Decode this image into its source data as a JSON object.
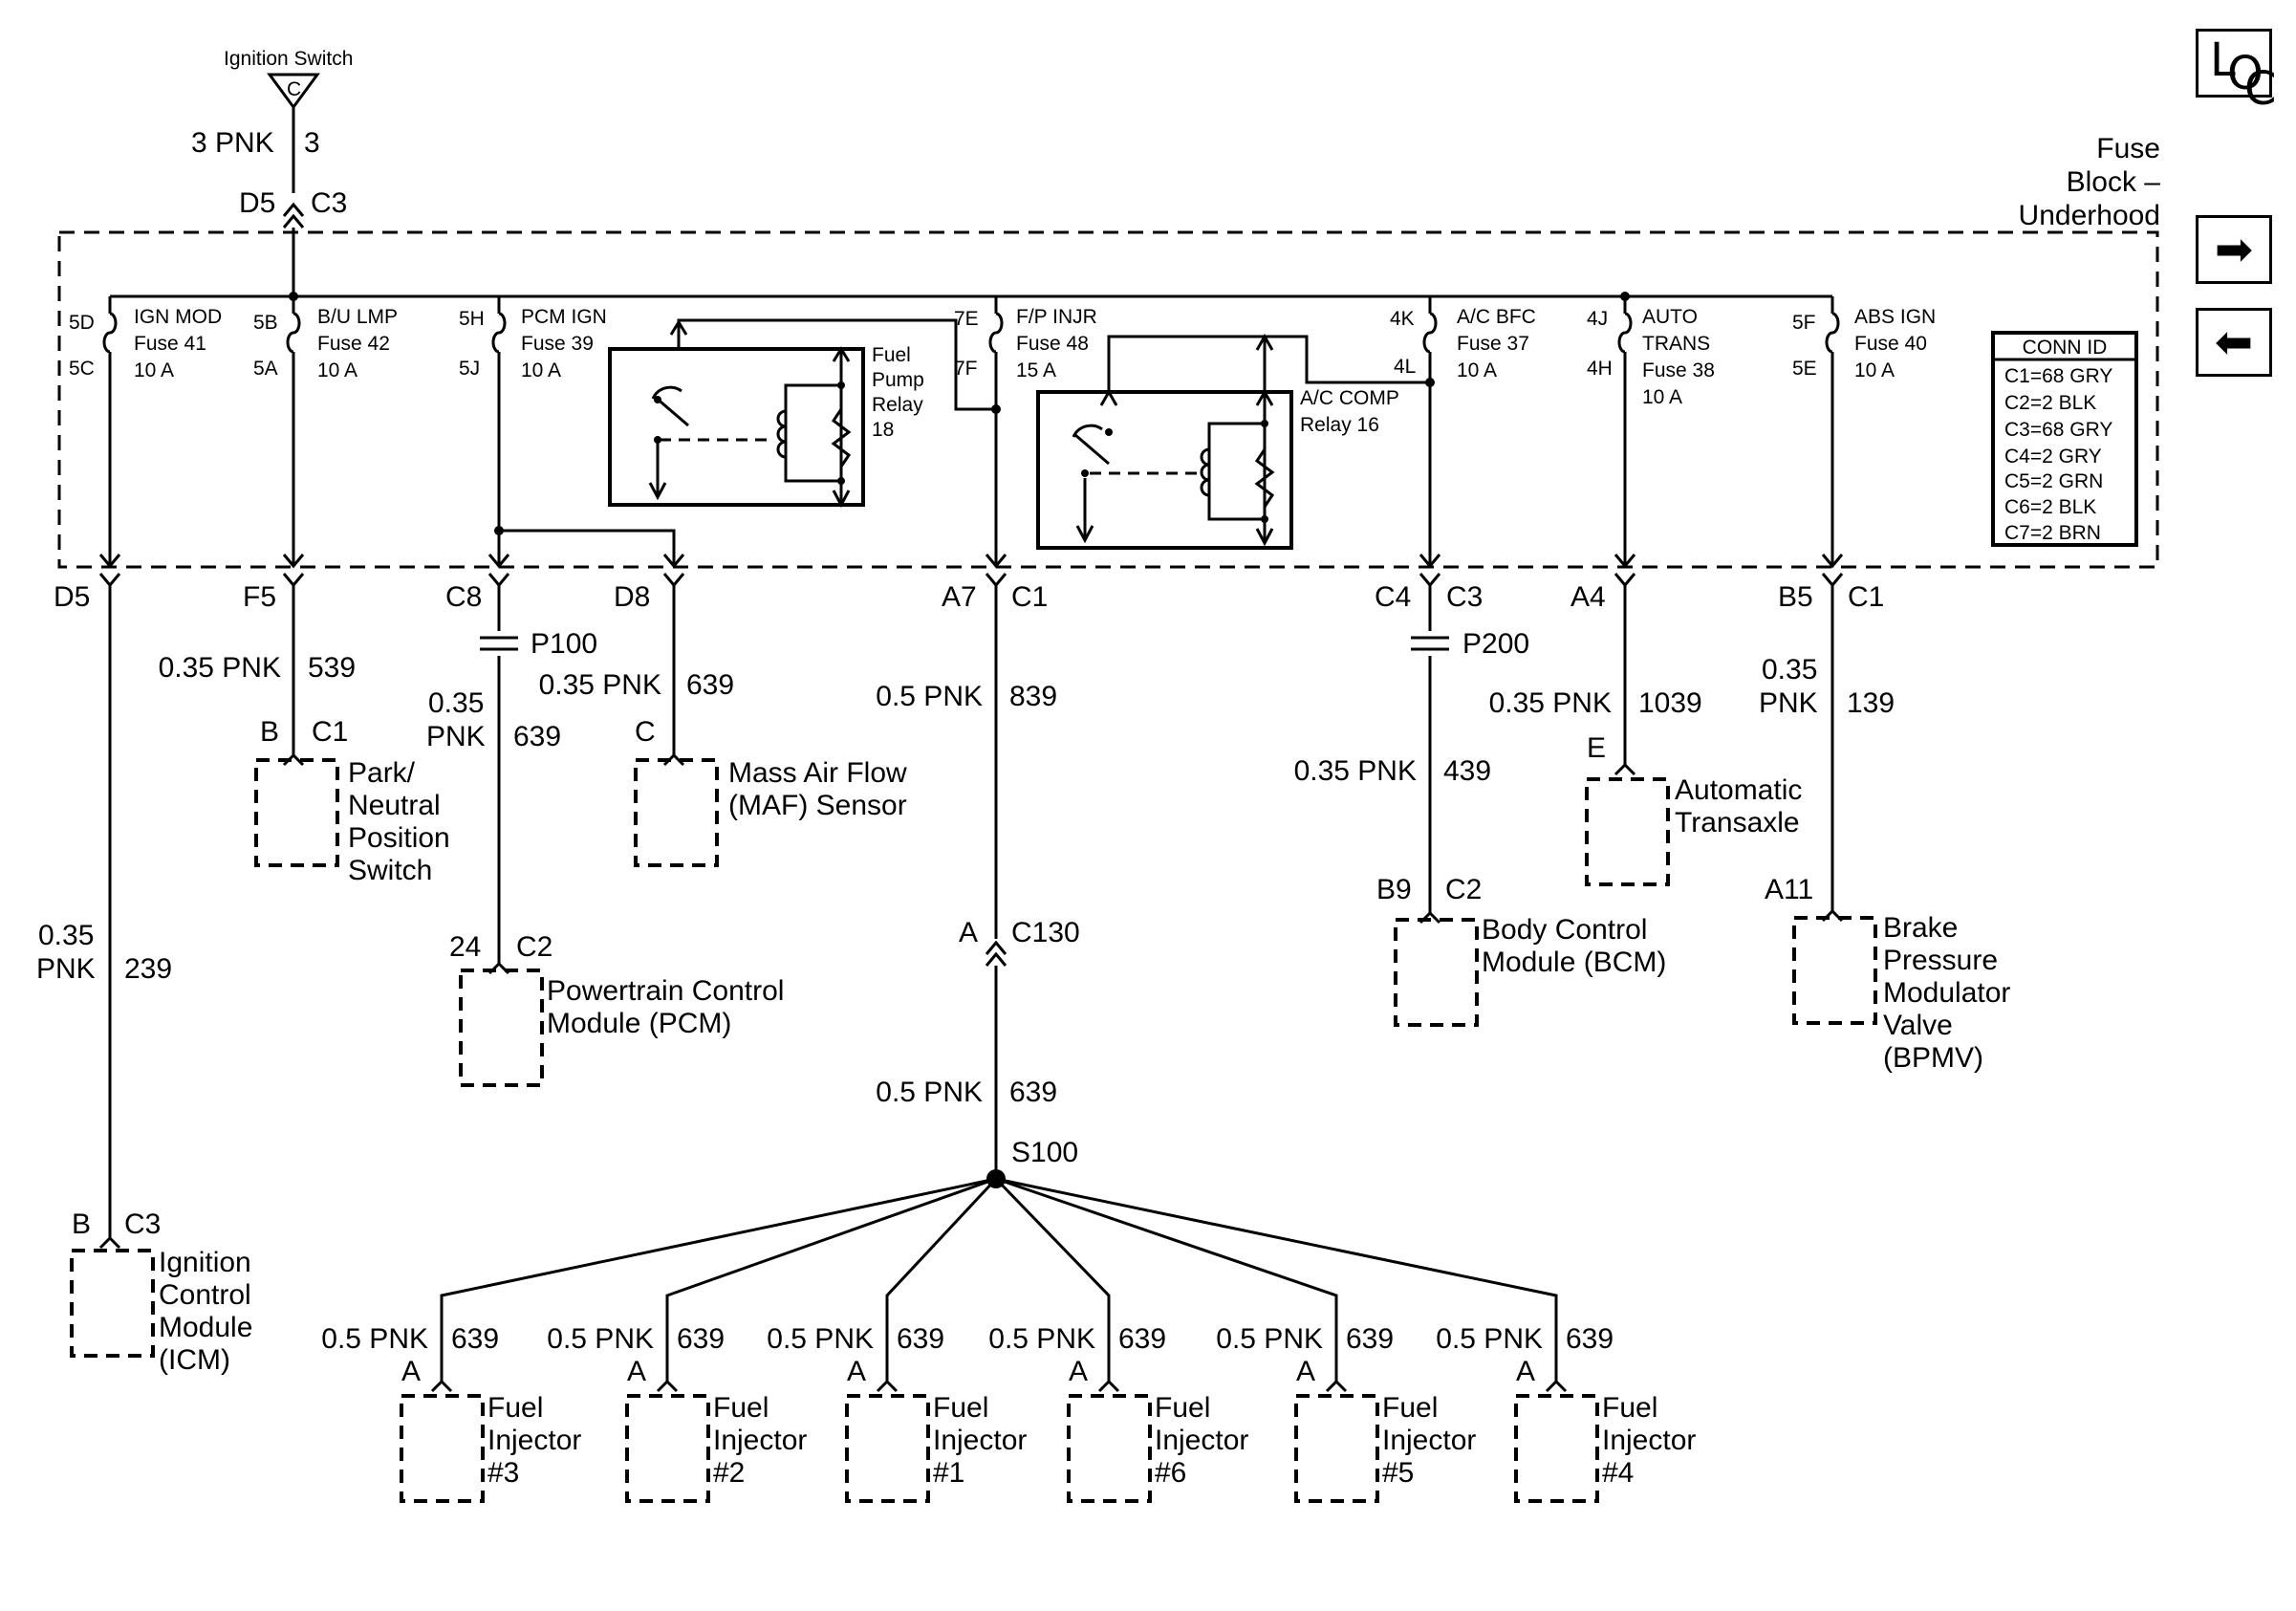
{
  "nav": {
    "loc_letters": [
      "L",
      "O",
      "C"
    ],
    "next_icon": "arrow-right-icon",
    "prev_icon": "arrow-left-icon"
  },
  "fuse_block": {
    "line1": "Fuse",
    "line2": "Block –",
    "line3": "Underhood"
  },
  "ignition": {
    "name": "Ignition Switch",
    "connector": "C",
    "wire": "3 PNK",
    "circuit": "3",
    "pin": "D5",
    "conn": "C3"
  },
  "fuses": [
    {
      "top": "5D",
      "bot": "5C",
      "name": "IGN MOD",
      "fuse": "Fuse 41",
      "amp": "10 A",
      "out_pin": "D5"
    },
    {
      "top": "5B",
      "bot": "5A",
      "name": "B/U LMP",
      "fuse": "Fuse 42",
      "amp": "10 A",
      "out_pin": "F5"
    },
    {
      "top": "5H",
      "bot": "5J",
      "name": "PCM IGN",
      "fuse": "Fuse 39",
      "amp": "10 A",
      "out_pin": "C8",
      "out_pin2": "D8"
    },
    {
      "top": "7E",
      "bot": "7F",
      "name": "F/P INJR",
      "fuse": "Fuse 48",
      "amp": "15 A",
      "out_pin": "A7",
      "out_conn": "C1"
    },
    {
      "top": "4K",
      "bot": "4L",
      "name": "A/C BFC",
      "fuse": "Fuse 37",
      "amp": "10 A",
      "out_pin": "C4",
      "out_conn": "C3"
    },
    {
      "top": "4J",
      "bot": "4H",
      "name": "AUTO",
      "name2": "TRANS",
      "fuse": "Fuse 38",
      "amp": "10 A",
      "out_pin": "A4"
    },
    {
      "top": "5F",
      "bot": "5E",
      "name": "ABS IGN",
      "fuse": "Fuse 40",
      "amp": "10 A",
      "out_pin": "B5",
      "out_conn": "C1"
    }
  ],
  "relays": {
    "fuel_pump": [
      "Fuel",
      "Pump",
      "Relay",
      "18"
    ],
    "ac_comp": [
      "A/C COMP",
      "Relay 16"
    ]
  },
  "conn_id": {
    "title": "CONN ID",
    "rows": [
      "C1=68 GRY",
      "C2=2 BLK",
      "C3=68 GRY",
      "C4=2 GRY",
      "C5=2 GRN",
      "C6=2 BLK",
      "C7=2 BRN"
    ]
  },
  "wires": {
    "icm": {
      "gauge1": "0.35",
      "gauge2": "PNK",
      "circuit": "239"
    },
    "bu": {
      "gauge": "0.35 PNK",
      "circuit": "539"
    },
    "pcm": {
      "gauge1": "0.35",
      "gauge2": "PNK",
      "circuit": "639"
    },
    "maf": {
      "gauge": "0.35 PNK",
      "circuit": "639"
    },
    "fp_top": {
      "gauge": "0.5 PNK",
      "circuit": "839"
    },
    "fp_bot": {
      "gauge": "0.5 PNK",
      "circuit": "639"
    },
    "bcm": {
      "gauge": "0.35 PNK",
      "circuit": "439"
    },
    "trans": {
      "gauge": "0.35 PNK",
      "circuit": "1039"
    },
    "abs": {
      "gauge1": "0.35",
      "gauge2": "PNK",
      "circuit": "139"
    }
  },
  "splices": {
    "p100": "P100",
    "p200": "P200",
    "s100": "S100"
  },
  "c130": {
    "pin": "A",
    "conn": "C130"
  },
  "components": {
    "park": {
      "pin": "B",
      "conn": "C1",
      "lines": [
        "Park/",
        "Neutral",
        "Position",
        "Switch"
      ]
    },
    "maf": {
      "pin": "C",
      "lines": [
        "Mass Air Flow",
        "(MAF) Sensor"
      ]
    },
    "pcm": {
      "pin": "24",
      "conn": "C2",
      "lines": [
        "Powertrain Control",
        "Module (PCM)"
      ]
    },
    "icm": {
      "pin": "B",
      "conn": "C3",
      "lines": [
        "Ignition",
        "Control",
        "Module",
        "(ICM)"
      ]
    },
    "bcm": {
      "pin": "B9",
      "conn": "C2",
      "lines": [
        "Body Control",
        "Module (BCM)"
      ]
    },
    "trans": {
      "pin": "E",
      "lines": [
        "Automatic",
        "Transaxle"
      ]
    },
    "bpmv": {
      "pin": "A11",
      "lines": [
        "Brake",
        "Pressure",
        "Modulator",
        "Valve",
        "(BPMV)"
      ]
    }
  },
  "injectors": [
    {
      "gauge": "0.5 PNK",
      "circuit": "639",
      "pin": "A",
      "l1": "Fuel",
      "l2": "Injector",
      "l3": "#3"
    },
    {
      "gauge": "0.5 PNK",
      "circuit": "639",
      "pin": "A",
      "l1": "Fuel",
      "l2": "Injector",
      "l3": "#2"
    },
    {
      "gauge": "0.5 PNK",
      "circuit": "639",
      "pin": "A",
      "l1": "Fuel",
      "l2": "Injector",
      "l3": "#1"
    },
    {
      "gauge": "0.5 PNK",
      "circuit": "639",
      "pin": "A",
      "l1": "Fuel",
      "l2": "Injector",
      "l3": "#6"
    },
    {
      "gauge": "0.5 PNK",
      "circuit": "639",
      "pin": "A",
      "l1": "Fuel",
      "l2": "Injector",
      "l3": "#5"
    },
    {
      "gauge": "0.5 PNK",
      "circuit": "639",
      "pin": "A",
      "l1": "Fuel",
      "l2": "Injector",
      "l3": "#4"
    }
  ]
}
